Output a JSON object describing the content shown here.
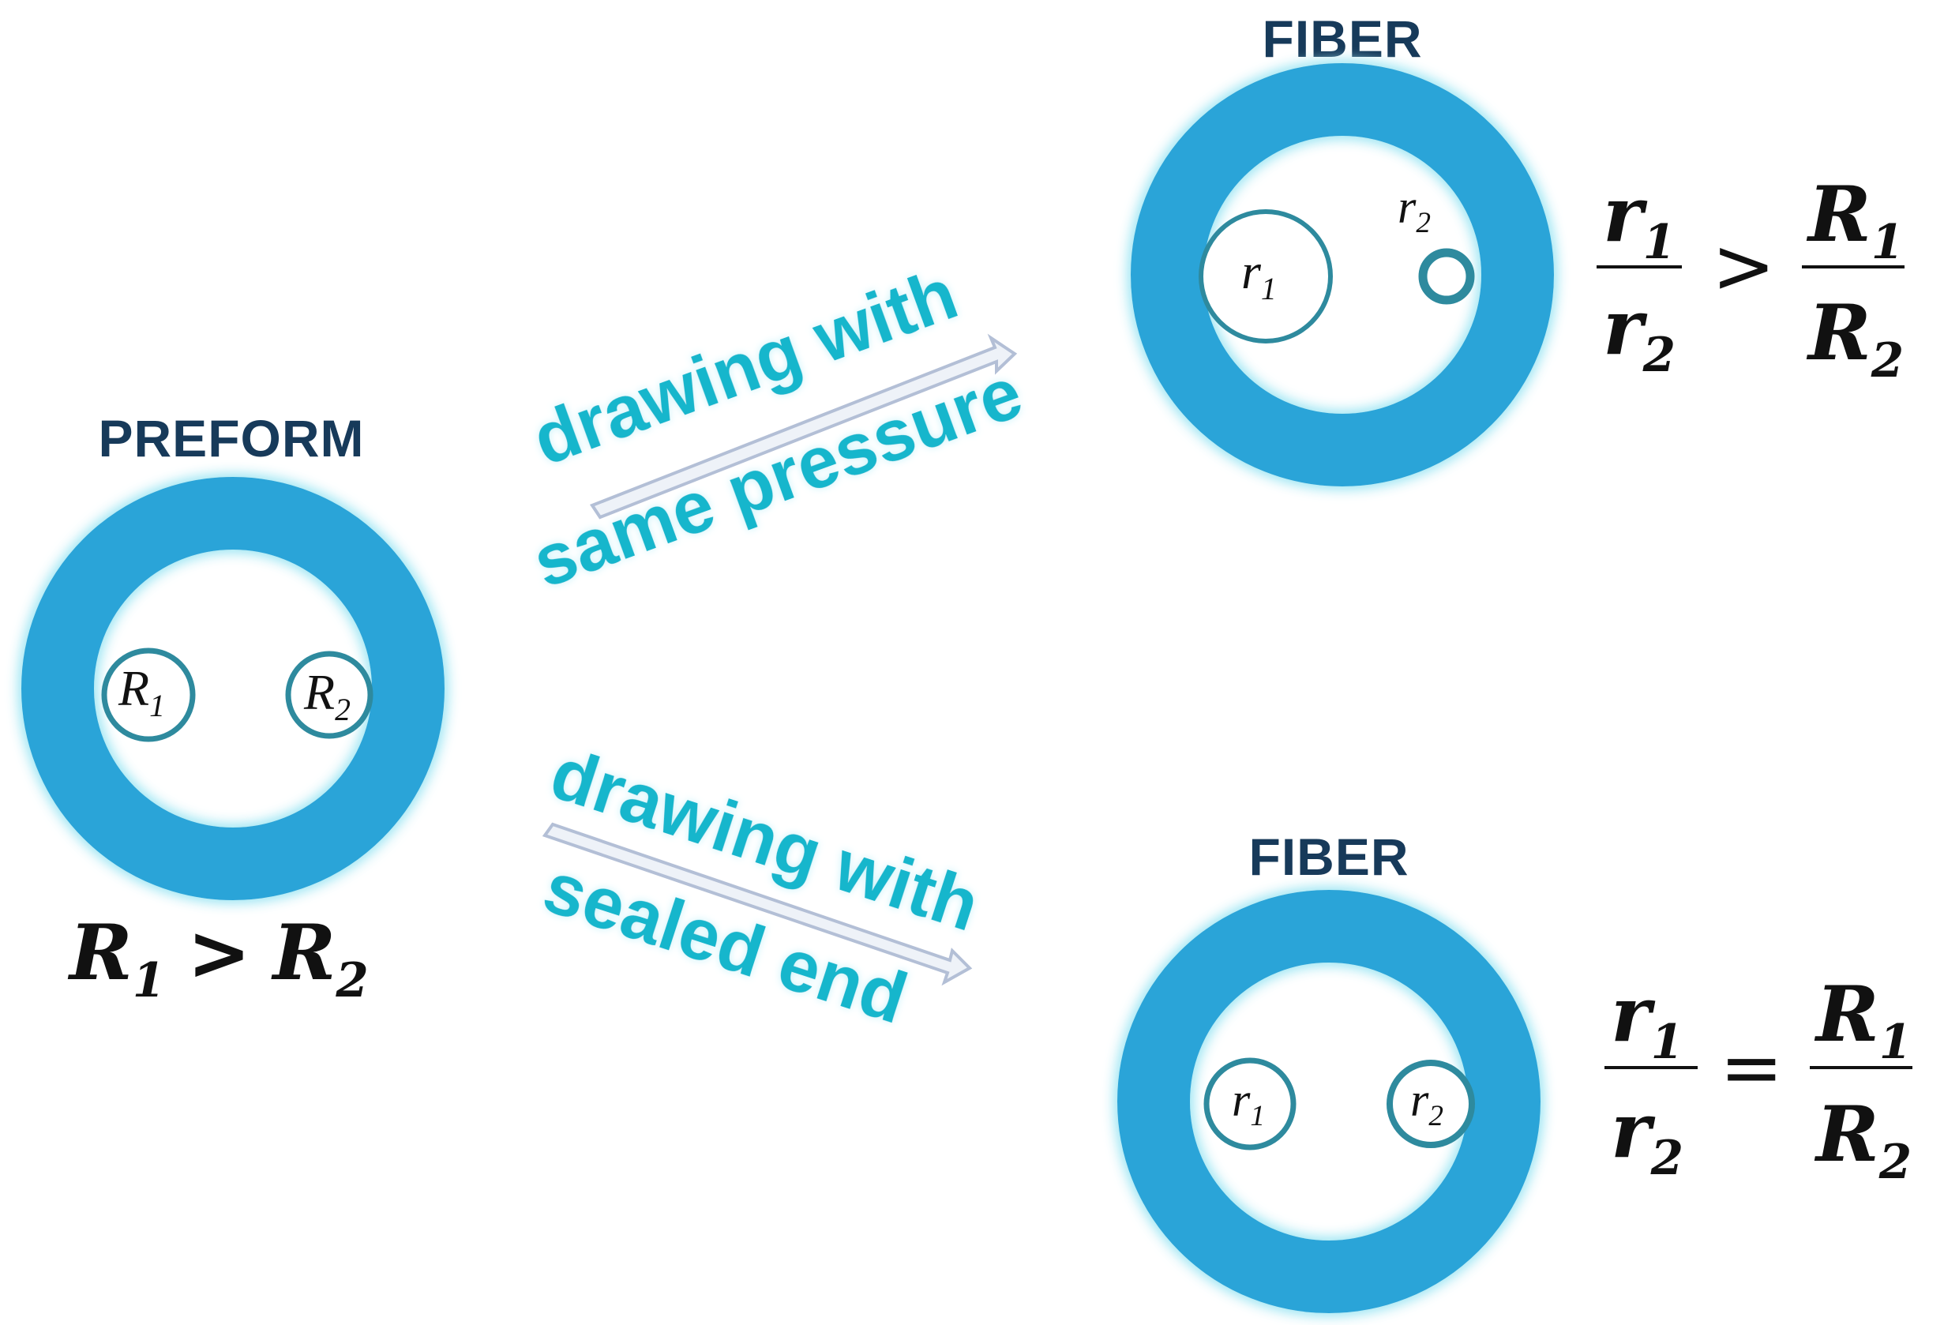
{
  "preform": {
    "title": "PREFORM",
    "hole1_label": "R",
    "hole1_sub": "1",
    "hole2_label": "R",
    "hole2_sub": "2",
    "condition": {
      "lhs": "R",
      "lhs_sub": "1",
      "op": ">",
      "rhs": "R",
      "rhs_sub": "2"
    }
  },
  "path_same_pressure": {
    "line1": "drawing with",
    "line2": "same pressure"
  },
  "path_sealed_end": {
    "line1": "drawing with",
    "line2": "sealed end"
  },
  "fiber_top": {
    "title": "FIBER",
    "hole1_label": "r",
    "hole1_sub": "1",
    "hole2_label": "r",
    "hole2_sub": "2",
    "relation": {
      "num_l": "r",
      "num_l_sub": "1",
      "den_l": "r",
      "den_l_sub": "2",
      "op": ">",
      "num_r": "R",
      "num_r_sub": "1",
      "den_r": "R",
      "den_r_sub": "2"
    }
  },
  "fiber_bottom": {
    "title": "FIBER",
    "hole1_label": "r",
    "hole1_sub": "1",
    "hole2_label": "r",
    "hole2_sub": "2",
    "relation": {
      "num_l": "r",
      "num_l_sub": "1",
      "den_l": "r",
      "den_l_sub": "2",
      "op": "=",
      "num_r": "R",
      "num_r_sub": "1",
      "den_r": "R",
      "den_r_sub": "2"
    }
  },
  "colors": {
    "ring": "#2aa4d8",
    "ring_glow": "#9fe6f3",
    "hole_stroke": "#2e8a9e",
    "arrow_text": "#19b6cc",
    "title": "#173a5a"
  }
}
